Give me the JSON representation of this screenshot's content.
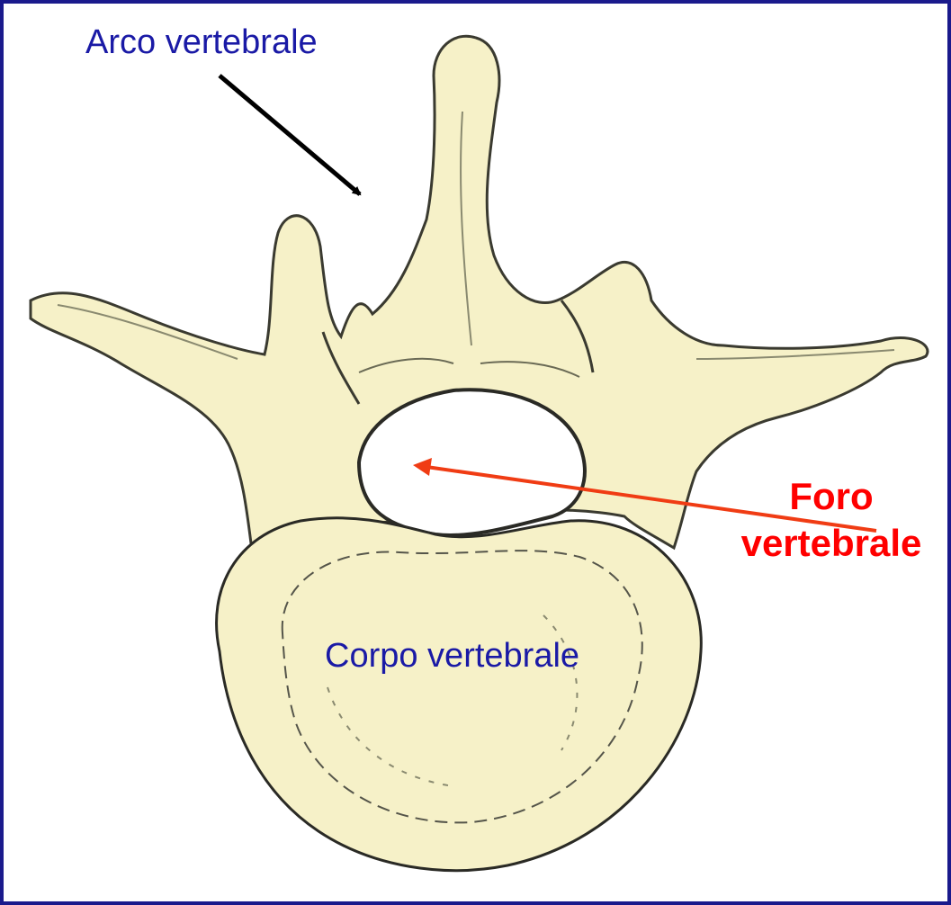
{
  "labels": {
    "arch": "Arco vertebrale",
    "body": "Corpo vertebrale",
    "foramen_line1": "Foro",
    "foramen_line2": "vertebrale"
  },
  "colors": {
    "frame_border": "#1a1a8c",
    "label_text": "#1a1aa6",
    "foramen_text": "#ff0000",
    "arch_arrow": "#000000",
    "foramen_arrow": "#f03c14",
    "bone_fill": "#f6f1c8",
    "bone_outline": "#3a3a30"
  }
}
